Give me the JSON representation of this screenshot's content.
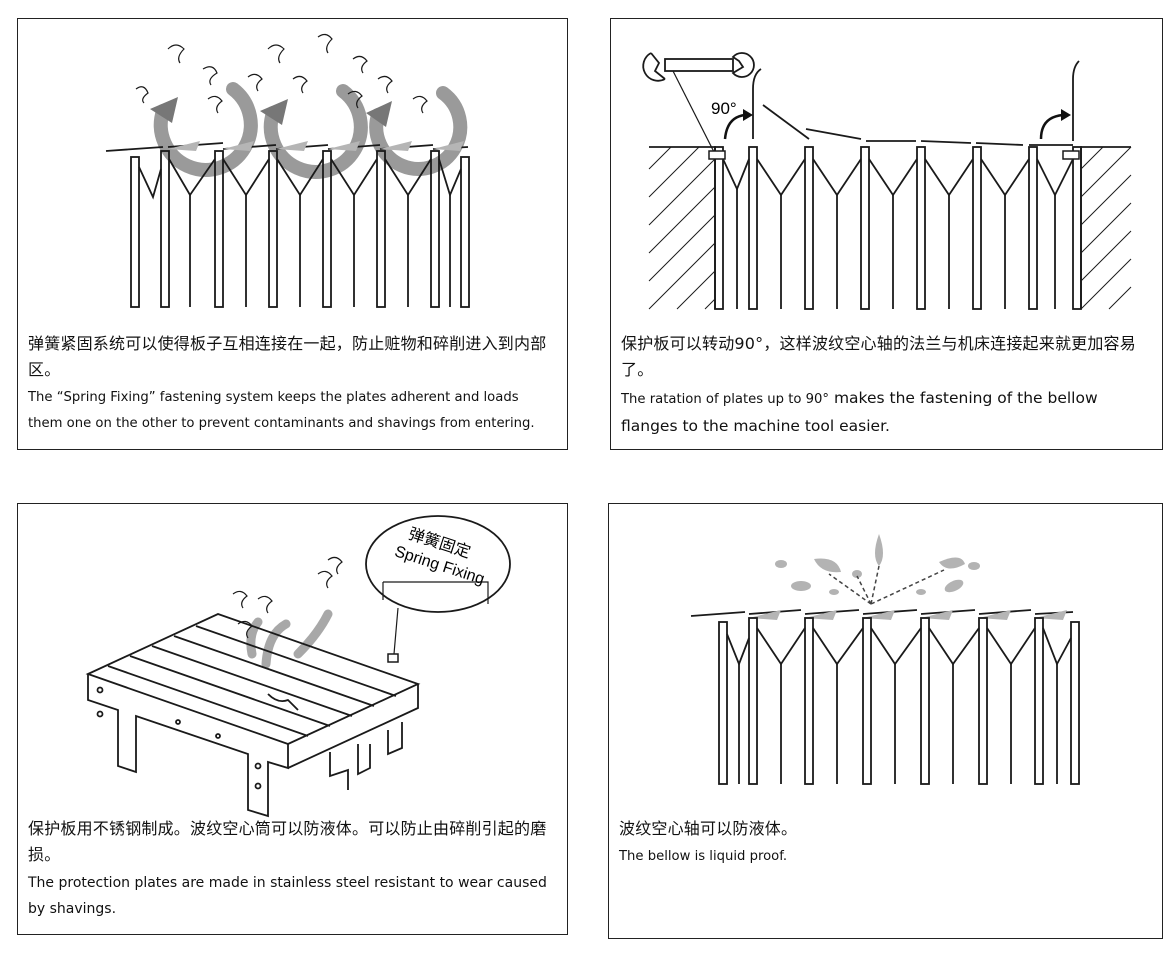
{
  "panels": [
    {
      "id": "spring-fixing",
      "zh": "弹簧紧固系统可以使得板子互相连接在一起，防止赃物和碎削进入到内部区。",
      "en": "The “Spring Fixing” fastening system keeps the plates adherent and loads them one on the other to prevent contaminants and shavings from entering."
    },
    {
      "id": "rotation",
      "zh": "保护板可以转动90°，这样波纹空心轴的法兰与机床连接起来就更加容易了。",
      "label_90": "90°",
      "en_a": "The ratation of plates up to 90°",
      "en_b": " makes the fastening of the bellow flanges to the machine tool easier."
    },
    {
      "id": "stainless",
      "zh": "保护板用不锈钢制成。波纹空心筒可以防液体。可以防止由碎削引起的磨损。",
      "en": "The protection plates are made in stainless steel resistant to wear caused by shavings.",
      "callout_zh": "弹簧固定",
      "callout_en": "Spring Fixing"
    },
    {
      "id": "liquid",
      "zh": "波纹空心轴可以防液体。",
      "en": "The bellow is liquid proof."
    }
  ]
}
